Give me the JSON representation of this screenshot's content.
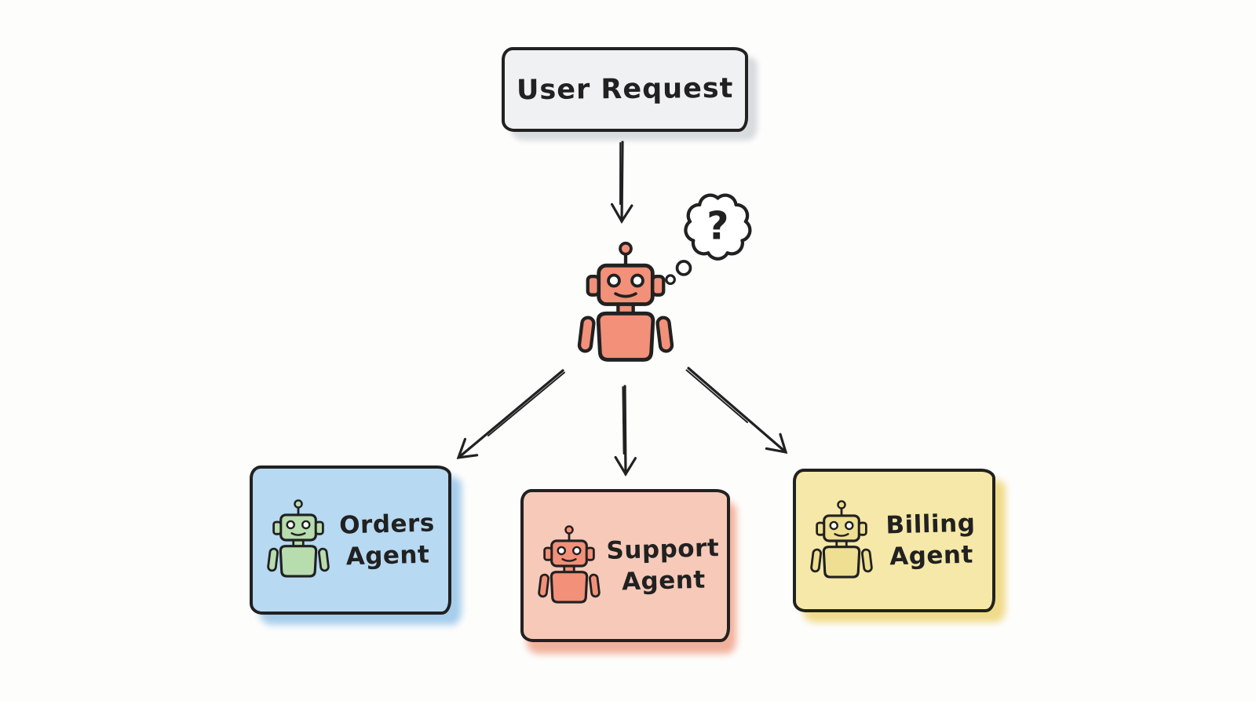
{
  "diagram": {
    "user_request": {
      "label": "User Request"
    },
    "router": {
      "thought": "?"
    },
    "agents": [
      {
        "id": "orders",
        "lines": [
          "Orders",
          "Agent"
        ]
      },
      {
        "id": "support",
        "lines": [
          "Support",
          "Agent"
        ]
      },
      {
        "id": "billing",
        "lines": [
          "Billing",
          "Agent"
        ]
      }
    ]
  },
  "icons": {
    "router": "robot-icon",
    "router_thought": "thought-bubble-question",
    "orders": "robot-icon",
    "support": "robot-icon",
    "billing": "robot-icon",
    "connectors": "arrow-icon"
  },
  "colors": {
    "ink": "#212121",
    "canvas_bg": "#fdfdfc",
    "user_request_fill": "#eff1f3",
    "user_request_shadow": "#d8dcdf",
    "router_robot_fill": "#f2907a",
    "orders_fill": "#b7d9f2",
    "orders_shadow": "#a6cdeb",
    "orders_robot_fill": "#b7dcae",
    "support_fill": "#f6c9b8",
    "support_shadow": "#f2b19b",
    "support_robot_fill": "#f29079",
    "billing_fill": "#f6e8a8",
    "billing_shadow": "#f0db8a",
    "billing_robot_fill": "#eedf92"
  }
}
